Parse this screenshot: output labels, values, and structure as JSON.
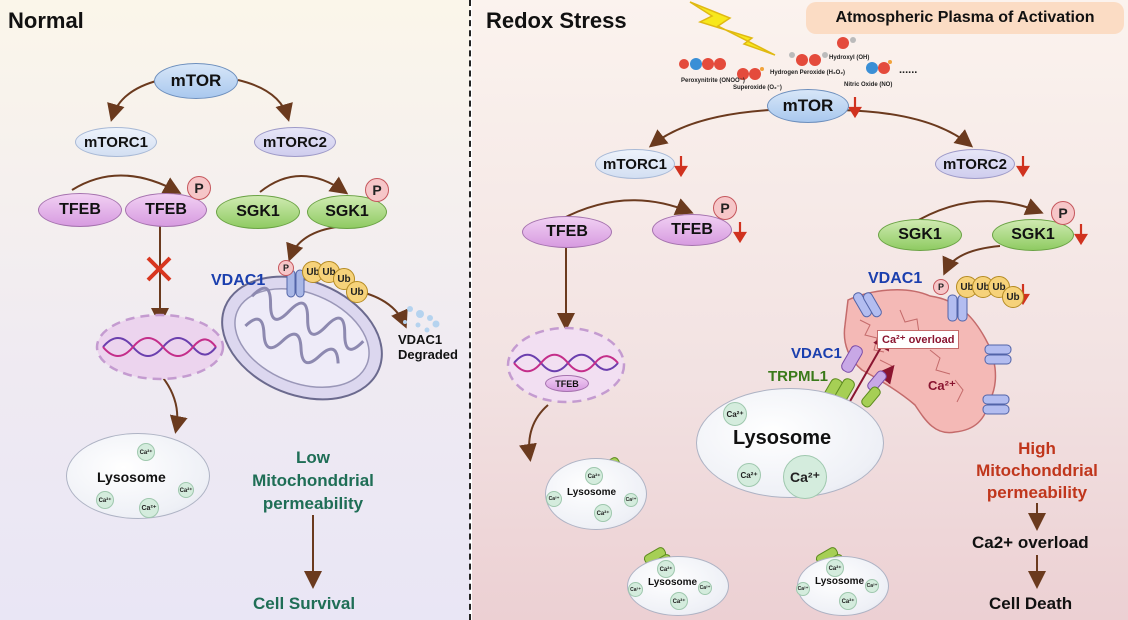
{
  "normal": {
    "title": "Normal",
    "mtor": "mTOR",
    "mtorc1": "mTORC1",
    "mtorc2": "mTORC2",
    "tfeb": "TFEB",
    "tfeb_p": "TFEB",
    "sgk1": "SGK1",
    "sgk1_p": "SGK1",
    "p": "P",
    "vdac1": "VDAC1",
    "ub": "Ub",
    "degraded_line1": "VDAC1",
    "degraded_line2": "Degraded",
    "lysosome": "Lysosome",
    "ca": "Ca²⁺",
    "permeability": [
      "Low",
      "Mitochonddrial",
      "permeability"
    ],
    "outcome": "Cell Survival"
  },
  "stress": {
    "title": "Redox Stress",
    "plasma": "Atmospheric Plasma of Activation",
    "ros": {
      "peroxynitrite": "Peroxynitrite (ONOO⁻)",
      "superoxide": "Superoxide (O₂⁻)",
      "h2o2": "Hydrogen Peroxide (H₂O₂)",
      "hydroxyl": "Hydroxyl (OH)",
      "no": "Nitric Oxide (NO)",
      "ellipsis": "......"
    },
    "mtor": "mTOR",
    "mtorc1": "mTORC1",
    "mtorc2": "mTORC2",
    "tfeb": "TFEB",
    "tfeb_p": "TFEB",
    "tfeb_nucleus": "TFEB",
    "sgk1": "SGK1",
    "sgk1_p": "SGK1",
    "p": "P",
    "vdac1_top": "VDAC1",
    "vdac1_mid": "VDAC1",
    "trpml1": "TRPML1",
    "ub": "Ub",
    "ca_overload_box": "Ca²⁺ overload",
    "ca_label": "Ca²⁺",
    "lysosome_big": "Lysosome",
    "lysosome_small": "Lysosome",
    "ca": "Ca²⁺",
    "permeability": [
      "High",
      "Mitochonddrial",
      "permeability"
    ],
    "ca2_overload": "Ca2+ overload",
    "outcome": "Cell Death"
  },
  "colors": {
    "arrow": "#6b3a1e",
    "down_arrow": "#d0321f",
    "low_text": "#1f6e56",
    "high_text": "#c0361c",
    "vdac_text": "#1b3fae",
    "trpml_text": "#3a7a1a",
    "ca_text": "#8a1530"
  }
}
